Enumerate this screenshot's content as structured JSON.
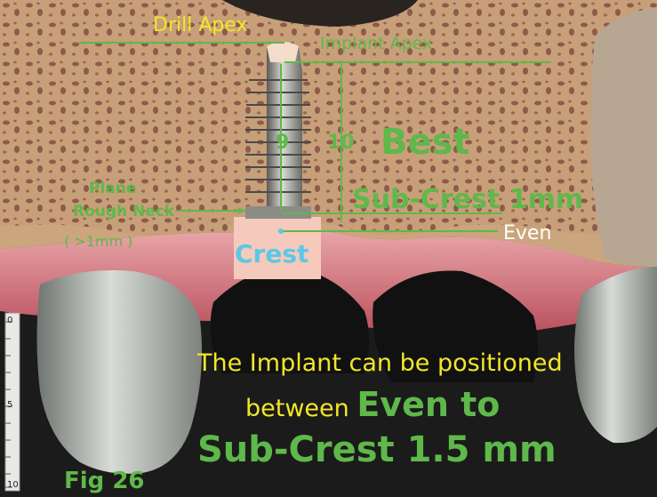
{
  "labels": {
    "drill_apex": "Drill Apex",
    "implant_apex": "Implant Apex",
    "depth_9": "9",
    "depth_10": "10",
    "best": "Best",
    "sub_crest_1mm": "Sub-Crest 1mm",
    "plane_rough_neck_line1": "Plane",
    "plane_rough_neck_line2": "Rough Neck",
    "plane_rough_neck_line3": "( >1mm )",
    "crest": "Crest",
    "even": "Even",
    "fig": "Fig 26"
  },
  "caption": {
    "line1": "The Implant can be positioned",
    "line2_prefix": "between ",
    "line2_emphasis": "Even to",
    "line3": "Sub-Crest 1.5 mm"
  },
  "ruler": {
    "marks": [
      "0",
      "5",
      "10"
    ]
  },
  "colors": {
    "label_green": "#5fb84a",
    "caption_yellow": "#f2e62a",
    "crest_blue": "#5bc8e6",
    "even_white": "#ffffff",
    "bone": "#c9a074",
    "gum": "#d8828a",
    "background": "#1b1b1b"
  }
}
